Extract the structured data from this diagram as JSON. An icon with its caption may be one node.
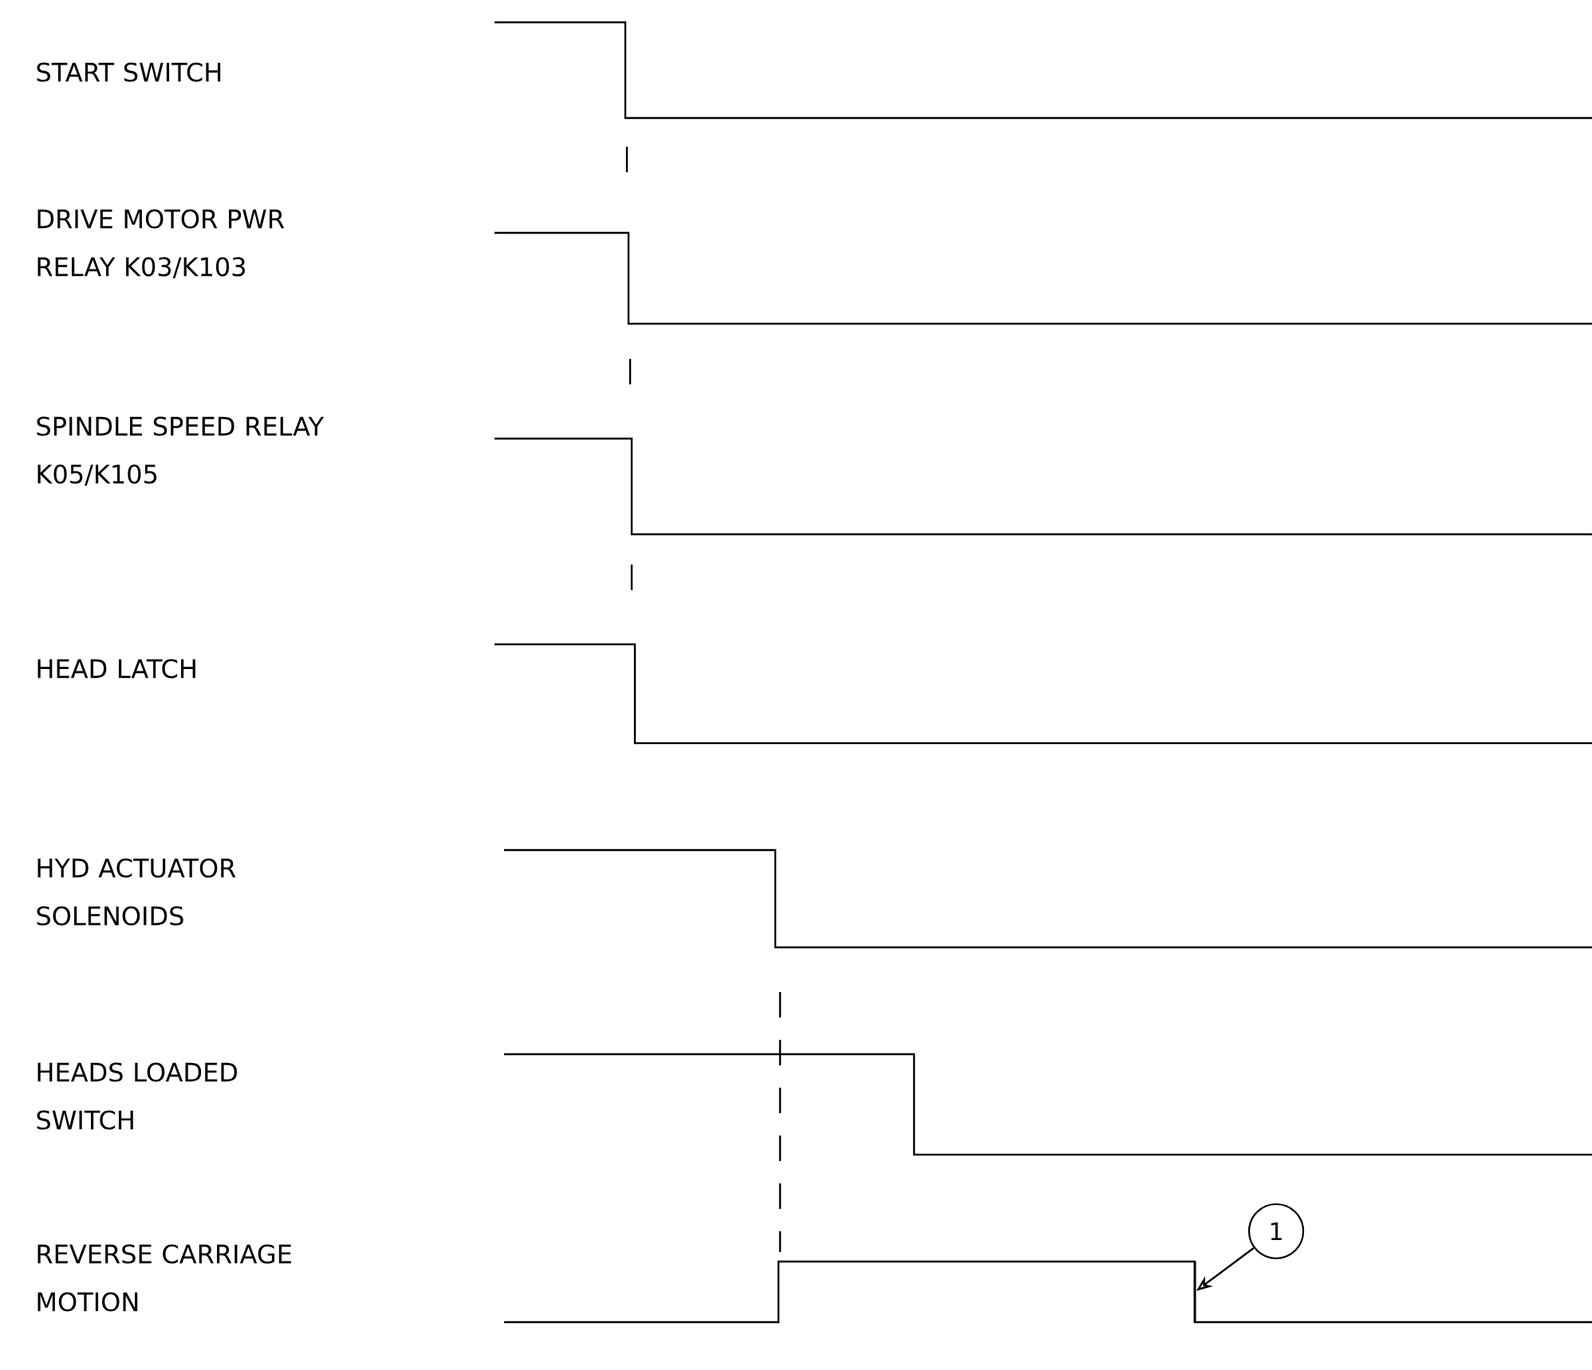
{
  "diagram": {
    "nodes": [
      {
        "text": [
          "1"
        ]
      },
      {
        "text": [],
        "shape": "bar"
      }
    ],
    "edges": [
      {
        "from": 0,
        "to": 1,
        "arrow": "to"
      }
    ],
    "labels": [
      "START SWITCH",
      "DRIVE MOTOR PWR RELAY K03/K103",
      "SPINDLE SPEED RELAY K05/K105",
      "HEAD LATCH",
      "HYD ACTUATOR SOLENOIDS",
      "HEADS LOADED SWITCH",
      "REVERSE CARRIAGE MOTION"
    ]
  }
}
